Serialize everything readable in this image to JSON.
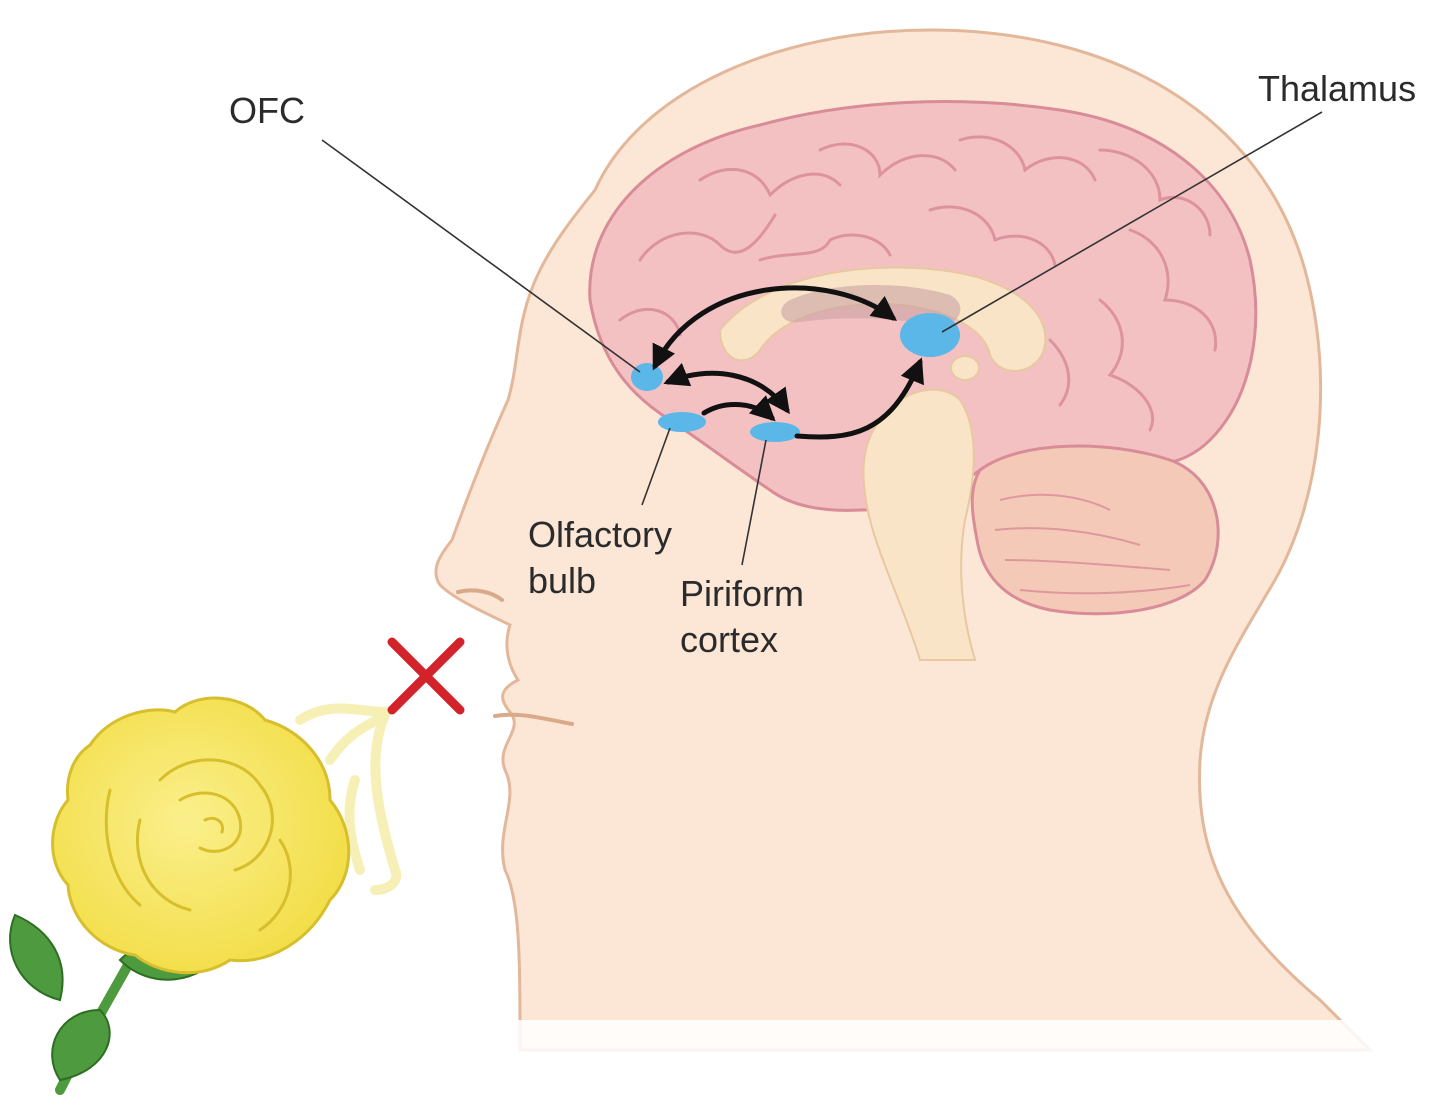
{
  "labels": {
    "ofc": "OFC",
    "thalamus": "Thalamus",
    "olfactory_bulb": [
      "Olfactory",
      "bulb"
    ],
    "piriform_cortex": [
      "Piriform",
      "cortex"
    ]
  },
  "colors": {
    "skin": "#FCE6D6",
    "skin_outline": "#E2B79A",
    "brain": "#F4C1C3",
    "brain_outline": "#D88C98",
    "brainstem": "#F9E4C7",
    "region_blue": "#5BB7E8",
    "cross": "#D2232A",
    "rose": "#F4E35C",
    "leaf": "#4E9A3E",
    "arrow": "#111111",
    "label_text": "#2B2B2B"
  },
  "icons": {
    "blocked_smell": "x-cross-icon",
    "flower": "rose-icon"
  }
}
